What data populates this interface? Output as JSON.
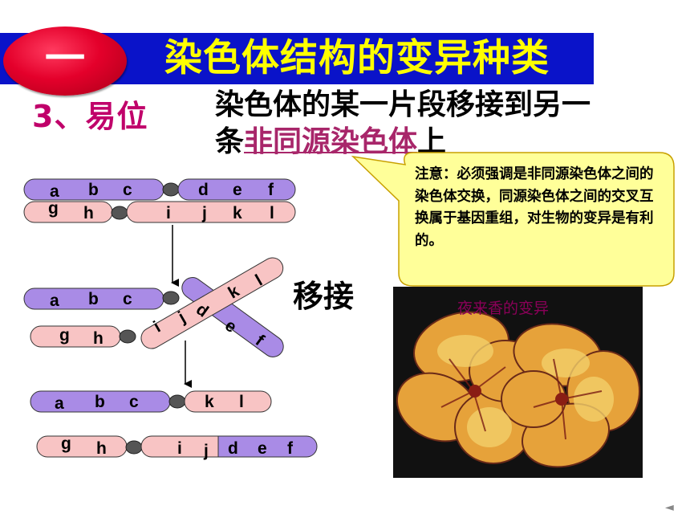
{
  "header": {
    "badge": "一",
    "title": "染色体结构的变异种类"
  },
  "section": {
    "number_heading": "3、易位",
    "definition_line1": "染色体的某一片段移接到另一",
    "definition_line2_pre": "条",
    "definition_line2_highlight": "非同源染色体",
    "definition_line2_post": "上"
  },
  "note": {
    "text": "注意：必须强调是非同源染色体之间的染色体交换，同源染色体之间的交叉互换属于基因重组，对生物的变异是有利的。"
  },
  "diagram": {
    "action_label": "移接",
    "stage1": {
      "chrom1_left": [
        "a",
        "b",
        "c"
      ],
      "chrom1_right": [
        "d",
        "e",
        "f"
      ],
      "chrom2_left": [
        "g",
        "h"
      ],
      "chrom2_right": [
        "i",
        "j",
        "k",
        "l"
      ]
    },
    "stage2": {
      "chrom1_left": [
        "a",
        "b",
        "c"
      ],
      "arm_up": [
        "k",
        "l"
      ],
      "arm_down": [
        "d",
        "e",
        "f"
      ],
      "chrom2_left": [
        "g",
        "h"
      ],
      "chrom2_mid": [
        "i",
        "j"
      ]
    },
    "stage3": {
      "chrom1_left": [
        "a",
        "b",
        "c"
      ],
      "chrom1_right": [
        "k",
        "l"
      ],
      "chrom2_left": [
        "g",
        "h"
      ],
      "chrom2_right_a": [
        "i",
        "j"
      ],
      "chrom2_right_b": [
        "d",
        "e",
        "f"
      ]
    }
  },
  "photo": {
    "caption": "夜来香的变异"
  },
  "colors": {
    "banner": "#0a13c9",
    "title_text": "#ffff00",
    "badge": "#e4002b",
    "heading": "#c0006a",
    "purple_chrom": "#a98be6",
    "pink_chrom": "#f8c4c4",
    "note_bg": "#ffff99"
  },
  "icons": {
    "nav": "left-triangle-icon"
  }
}
